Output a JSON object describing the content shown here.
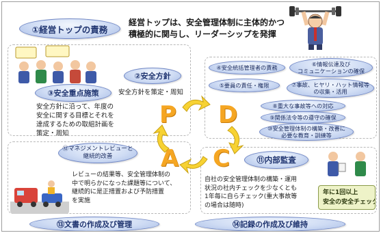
{
  "header": {
    "title_oval": "①経営トップの責務",
    "statement": [
      "経営トップは、安全管理体制に主体的かつ",
      "積極的に関与し、リーダーシップを発揮"
    ]
  },
  "plan": {
    "letter": "P",
    "policy_oval": "②安全方針",
    "policy_text": "安全方針を策定・周知",
    "priority_oval": "③安全重点施策",
    "priority_text": [
      "安全方針に沿って、年度の",
      "安全に関する目標とそれを",
      "達成するための取組計画を",
      "策定・周知"
    ]
  },
  "do": {
    "letter": "D",
    "items": [
      {
        "id": "d4",
        "label": "④安全統括管理者の責務"
      },
      {
        "id": "d5",
        "label": [
          "⑥情報伝達及び",
          "コミュニケーションの確保"
        ]
      },
      {
        "id": "d6",
        "label": "⑤要員の責任・権限"
      },
      {
        "id": "d7",
        "label": [
          "⑦事故、ヒヤリ・ハット情報等",
          "の収集・活用"
        ]
      },
      {
        "id": "d8",
        "label": "⑧重大な事故等への対応"
      },
      {
        "id": "d9",
        "label": "⑨関係法令等の遵守の確保"
      },
      {
        "id": "d10",
        "label": [
          "⑩安全管理体制の構築・改善に",
          "必要な教育・訓練等"
        ]
      }
    ]
  },
  "check": {
    "letter": "C",
    "audit_oval": "⑪内部監査",
    "audit_text": [
      "自社の安全管理体制の構築・運用",
      "状況の社内チェックを少なくとも",
      "1年毎に自らチェック(重大事故等",
      "の場合は随時)"
    ],
    "sign_text": [
      "年に1回以上",
      "安全の安全チェック"
    ]
  },
  "act": {
    "letter": "A",
    "review_oval": [
      "⑫マネジメントレビューと",
      "継続的改善"
    ],
    "review_text": [
      "レビューの結果等、安全管理体制の",
      "中で明らかになった課題等について、",
      "継続的に是正措置および予防措置",
      "を実施"
    ]
  },
  "footer": {
    "doc_oval": "⑬文書の作成及び管理",
    "record_oval": "⑭記録の作成及び維持"
  },
  "colors": {
    "oval_border": "#6f86c5",
    "oval_text": "#1f3470",
    "pdca_letter": "#f5a623",
    "cycle_arrow": "#f7d233"
  }
}
